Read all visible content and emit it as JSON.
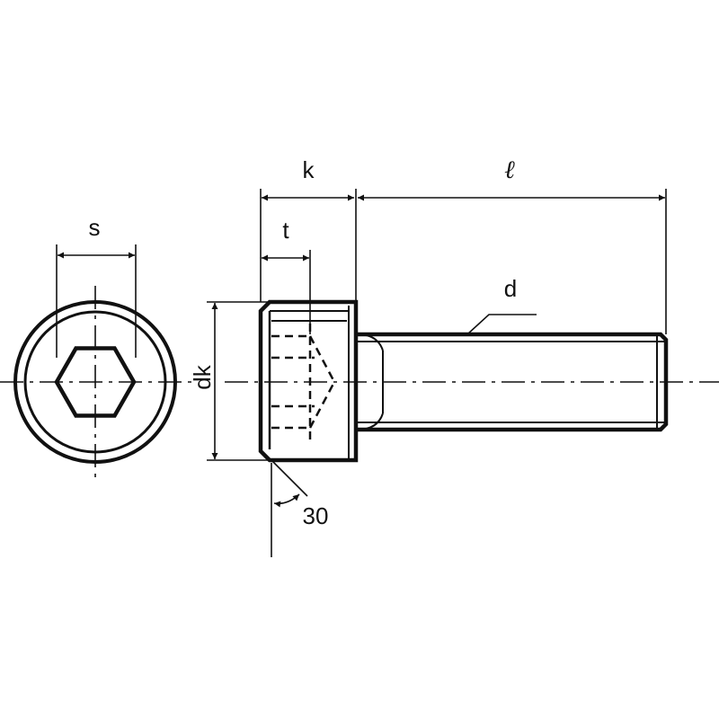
{
  "colors": {
    "ink": "#111111",
    "background": "#ffffff"
  },
  "labels": {
    "s": "s",
    "k": "k",
    "length": "ℓ",
    "t": "t",
    "d": "d",
    "dk": "dk",
    "angle": "30"
  }
}
